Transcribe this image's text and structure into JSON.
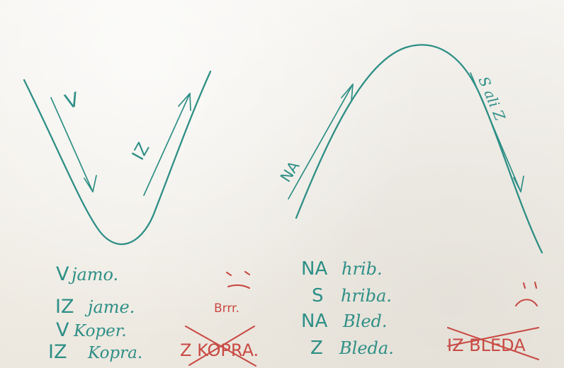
{
  "labels": {
    "v_arrow": "V",
    "iz_arrow": "IZ",
    "na_arrow": "NA",
    "s_ali_z": "S ali Z"
  },
  "left_examples": [
    {
      "prefix": "V",
      "word": "jamo."
    },
    {
      "prefix": "IZ",
      "word": "jame."
    },
    {
      "prefix": "V",
      "word": "Koper."
    },
    {
      "prefix": "IZ",
      "word": "Kopra."
    }
  ],
  "right_examples": [
    {
      "prefix": "NA",
      "word": "hrib."
    },
    {
      "prefix": "S",
      "word": "hriba."
    },
    {
      "prefix": "NA",
      "word": "Bled."
    },
    {
      "prefix": "Z",
      "word": "Bleda."
    }
  ],
  "annotations": {
    "brrr": "Brrr.",
    "wrong_left": "Z KOPRA.",
    "wrong_right": "IZ BLEDA"
  },
  "colors": {
    "ink": "#2e8f86",
    "red": "#c94a44",
    "paper": "#f2efe9"
  }
}
